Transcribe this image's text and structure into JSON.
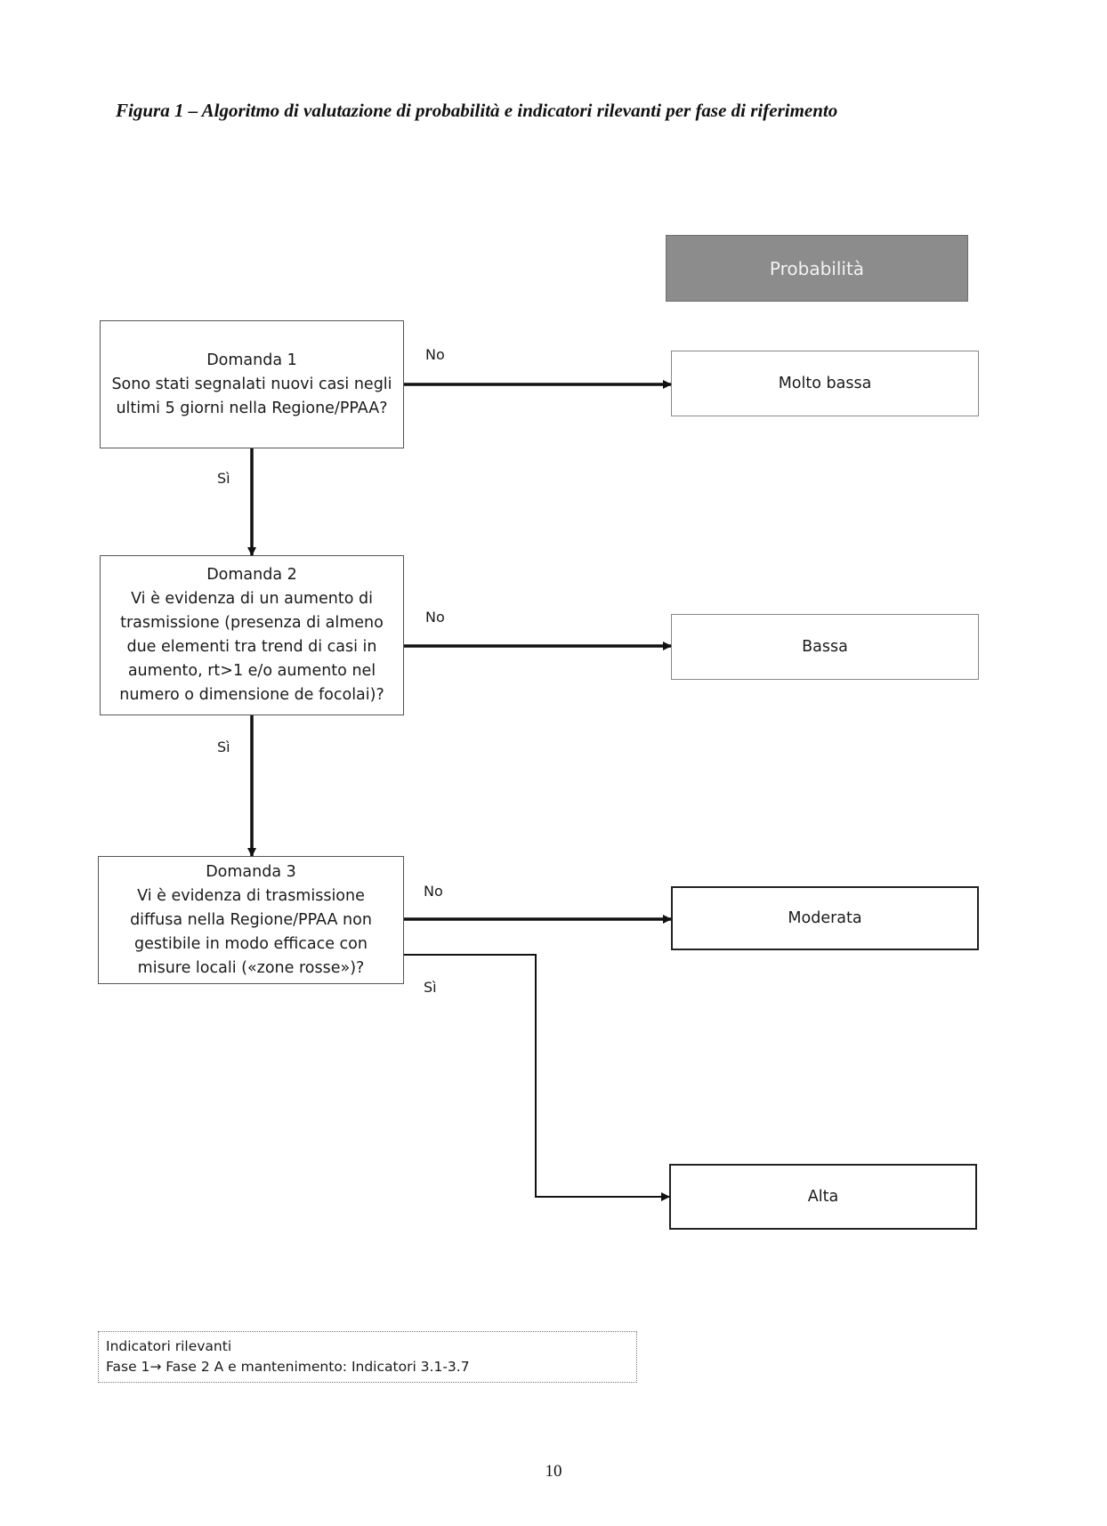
{
  "caption": "Figura 1 – Algoritmo di valutazione di probabilità e indicatori rilevanti per fase di riferimento",
  "header": "Probabilità",
  "questions": [
    {
      "title": "Domanda 1",
      "lines": [
        "Sono stati segnalati nuovi casi negli",
        "ultimi 5 giorni nella Regione/PPAA?"
      ]
    },
    {
      "title": "Domanda 2",
      "lines": [
        "Vi è evidenza di un aumento di",
        "trasmissione (presenza di almeno",
        "due elementi tra trend di casi in",
        "aumento, rt>1 e/o aumento nel",
        "numero o dimensione de focolai)?"
      ]
    },
    {
      "title": "Domanda 3",
      "lines": [
        "Vi è evidenza di trasmissione",
        "diffusa nella Regione/PPAA non",
        "gestibile in modo efficace con",
        "misure locali («zone rosse»)?"
      ]
    }
  ],
  "outcomes": [
    "Molto bassa",
    "Bassa",
    "Moderata",
    "Alta"
  ],
  "edge_labels": {
    "no": "No",
    "yes": "Sì"
  },
  "note": {
    "title": "Indicatori rilevanti",
    "text": "Fase 1→ Fase 2 A e mantenimento: Indicatori 3.1-3.7"
  },
  "page_number": "10"
}
